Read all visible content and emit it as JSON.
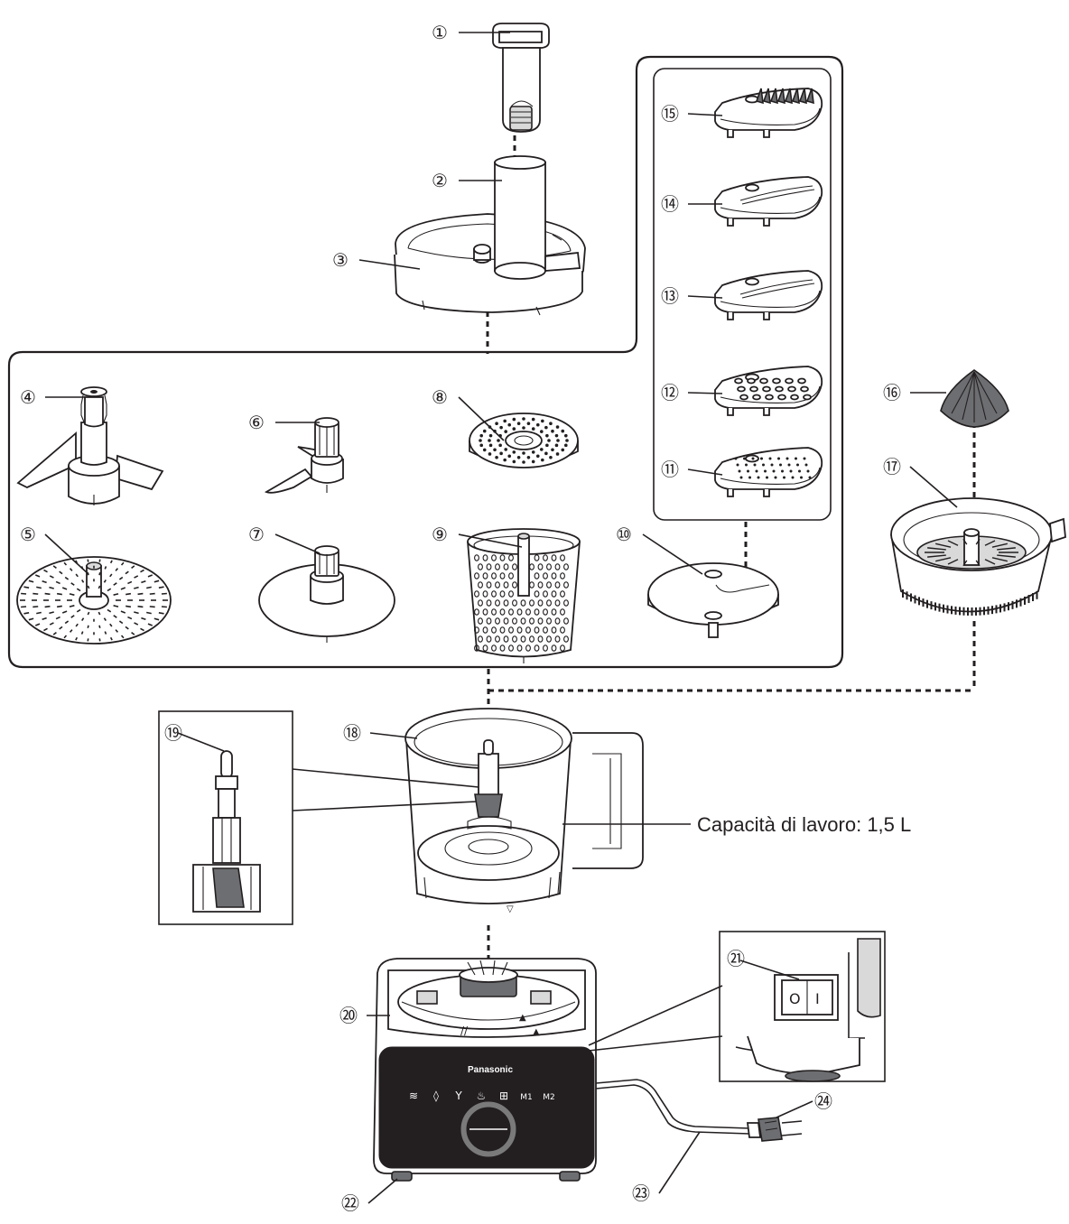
{
  "callouts": [
    "①",
    "②",
    "③",
    "④",
    "⑤",
    "⑥",
    "⑦",
    "⑧",
    "⑨",
    "⑩",
    "⑪",
    "⑫",
    "⑬",
    "⑭",
    "⑮",
    "⑯",
    "⑰",
    "⑱",
    "⑲",
    "⑳",
    "㉑",
    "㉒",
    "㉓",
    "㉔"
  ],
  "capacity_label": "Capacità di lavoro: 1,5 L",
  "brand": "Panasonic",
  "switch": {
    "off_glyph": "O",
    "on_glyph": "I"
  },
  "icons": [
    "cup-icon",
    "drop-icon",
    "cocktail-icon",
    "jug-icon",
    "grid-icon",
    "m1-icon",
    "m2-icon"
  ],
  "icon_glyphs": [
    "≋",
    "◊",
    "Y",
    "♨",
    "⊞",
    "M1",
    "M2"
  ],
  "colors": {
    "line": "#231f20",
    "panel": "#231f20",
    "dial": "#7a7a7a",
    "fill_gray": "#d9d9d9"
  }
}
